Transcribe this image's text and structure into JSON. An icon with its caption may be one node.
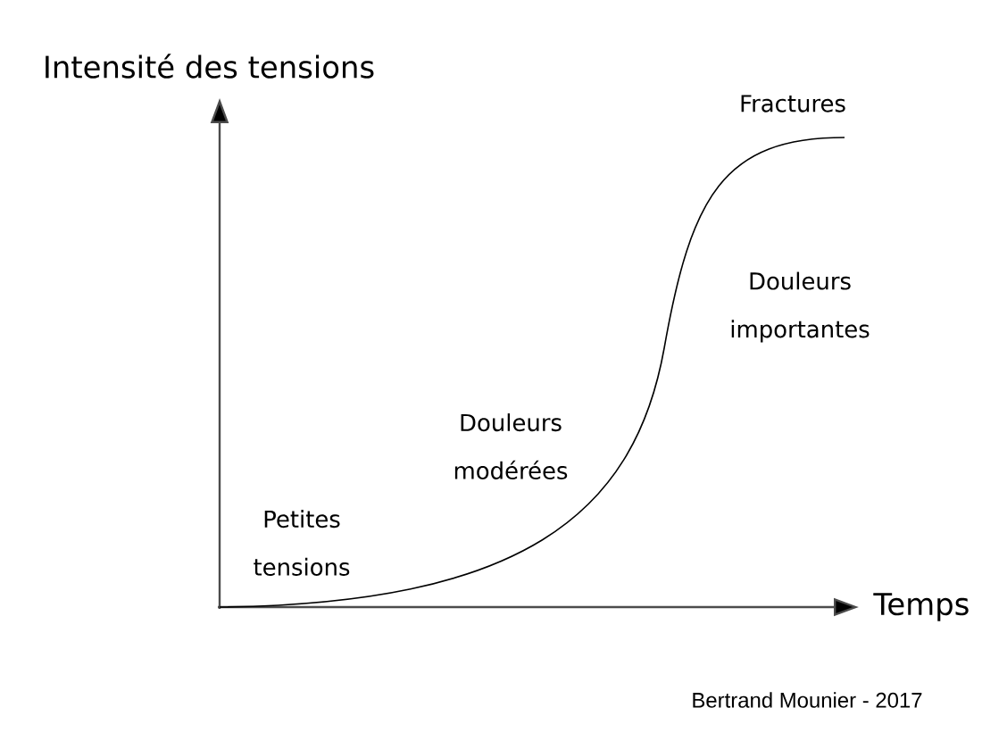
{
  "diagram": {
    "labels": [
      "Intensité des tensions",
      "Fractures",
      "Douleurs importantes",
      "Douleurs modérées",
      "Petites tensions",
      "Temps",
      "Bertrand Mounier - 2017"
    ]
  }
}
